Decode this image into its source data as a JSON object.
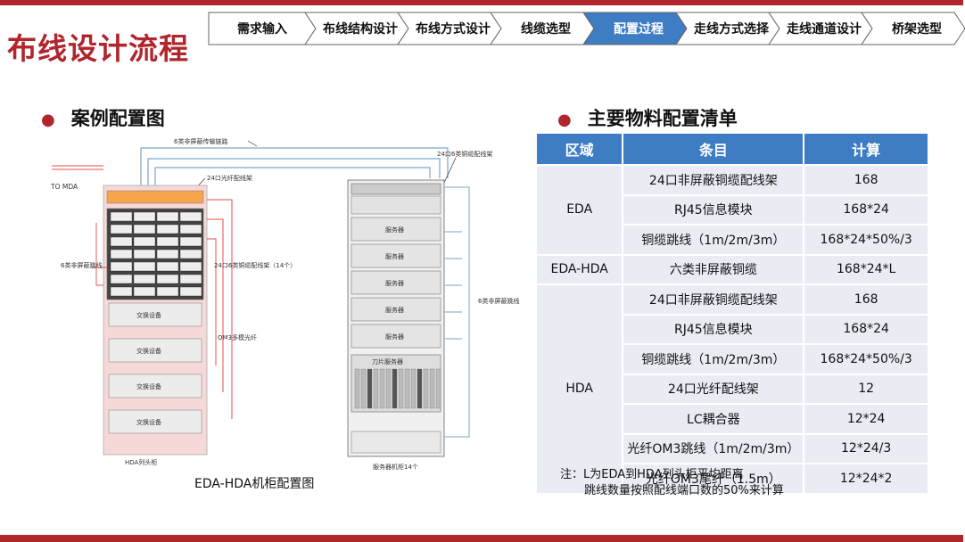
{
  "title": "布线设计流程",
  "steps": [
    "需求输入",
    "布线结构设计",
    "布线方式设计",
    "线缆选型",
    "配置过程",
    "走线方式选择",
    "走线通道设计",
    "桥架选型"
  ],
  "active_step": 4,
  "colors": {
    "accent": "#b0262c",
    "step_active": "#3e7cc4",
    "table_header": "#3e7cc4",
    "table_cell": "#e9edf3"
  },
  "left": {
    "heading": "案例配置图",
    "caption": "EDA-HDA机柜配置图"
  },
  "diagram": {
    "labels": {
      "cat6_channel": "6类非屏蔽传输链路",
      "to_mda": "TO MDA",
      "fiber_panel": "24口光纤配线架",
      "copper_panel_right": "24口6类铜缆配线架",
      "copper_panels_14": "24口6类铜缆配线架（14个）",
      "patch_left": "6类非屏蔽跳线",
      "patch_right": "6类非屏蔽跳线",
      "om3": "OM3多模光纤",
      "hda_rack": "HDA列头柜",
      "server_rack": "服务器机柜14个",
      "blade": "刀片服务器"
    },
    "switches": [
      "交换设备",
      "交换设备",
      "交换设备",
      "交换设备"
    ],
    "servers": [
      "服务器",
      "服务器",
      "服务器",
      "服务器",
      "服务器"
    ]
  },
  "right": {
    "heading": "主要物料配置清单",
    "columns": [
      "区域",
      "条目",
      "计算"
    ],
    "groups": [
      {
        "area": "EDA",
        "rows": [
          {
            "item": "24口非屏蔽铜缆配线架",
            "calc": "168"
          },
          {
            "item": "RJ45信息模块",
            "calc": "168*24"
          },
          {
            "item": "铜缆跳线（1m/2m/3m）",
            "calc": "168*24*50%/3"
          }
        ]
      },
      {
        "area": "EDA-HDA",
        "rows": [
          {
            "item": "六类非屏蔽铜缆",
            "calc": "168*24*L"
          }
        ]
      },
      {
        "area": "HDA",
        "rows": [
          {
            "item": "24口非屏蔽铜缆配线架",
            "calc": "168"
          },
          {
            "item": "RJ45信息模块",
            "calc": "168*24"
          },
          {
            "item": "铜缆跳线（1m/2m/3m）",
            "calc": "168*24*50%/3"
          },
          {
            "item": "24口光纤配线架",
            "calc": "12"
          },
          {
            "item": "LC耦合器",
            "calc": "12*24"
          },
          {
            "item": "光纤OM3跳线（1m/2m/3m）",
            "calc": "12*24/3"
          },
          {
            "item": "光纤OM3尾纤（1.5m）",
            "calc": "12*24*2"
          }
        ]
      }
    ]
  },
  "note": {
    "line1": "注：L为EDA到HDA列头柜平均距离",
    "line2": "跳线数量按照配线端口数的50%来计算"
  }
}
